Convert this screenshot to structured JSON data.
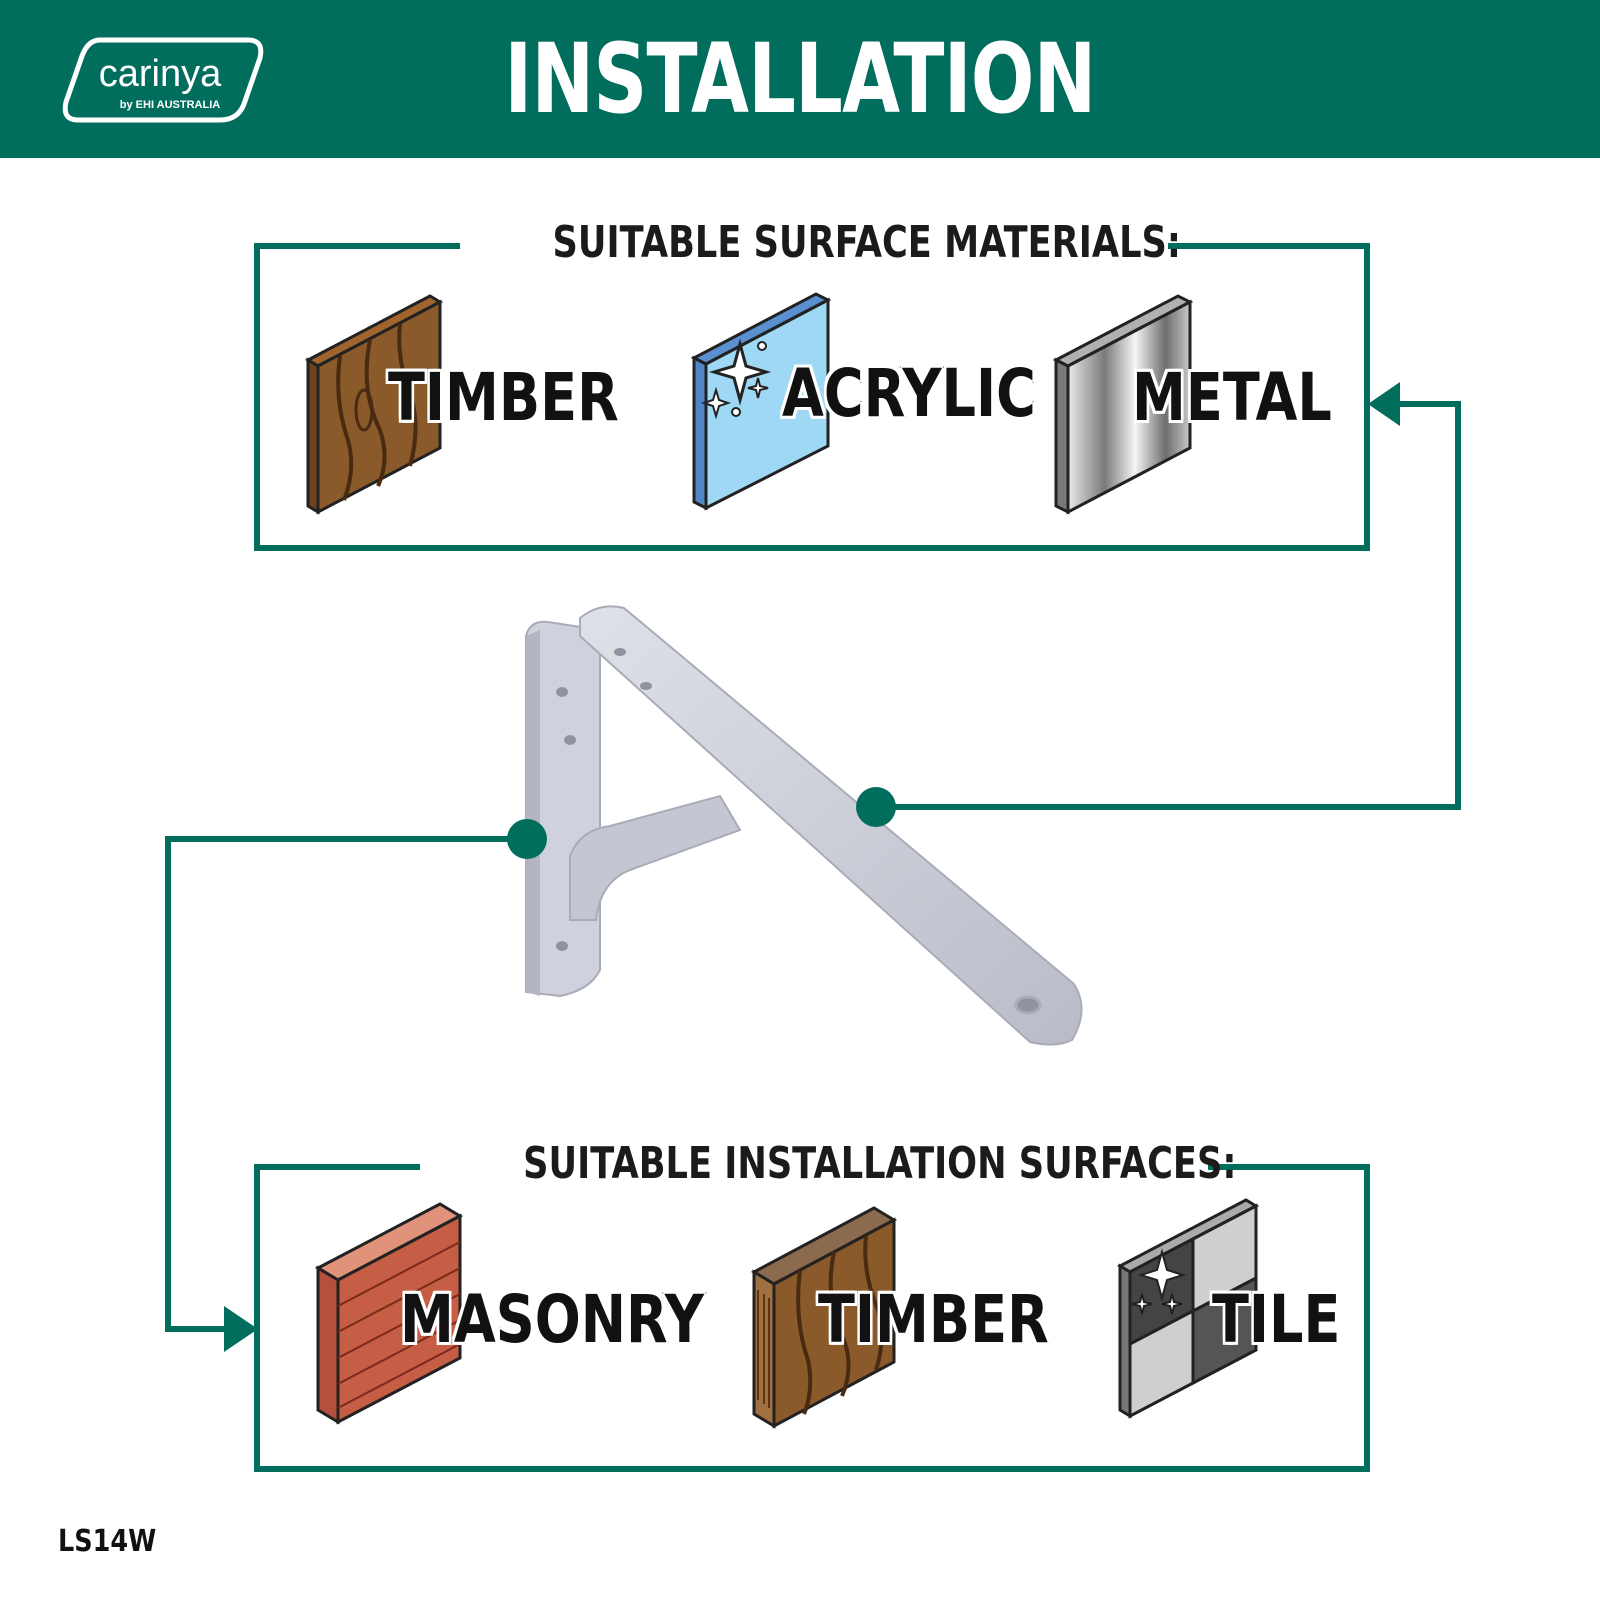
{
  "header": {
    "brand": "carinya",
    "brand_sub": "by EHI AUSTRALIA",
    "title": "INSTALLATION",
    "background_color": "#016d5d"
  },
  "materials_section": {
    "title": "SUITABLE SURFACE MATERIALS:",
    "items": [
      {
        "label": "TIMBER",
        "icon": "timber-panel-icon"
      },
      {
        "label": "ACRYLIC",
        "icon": "acrylic-panel-icon"
      },
      {
        "label": "METAL",
        "icon": "metal-panel-icon"
      }
    ]
  },
  "surfaces_section": {
    "title": "SUITABLE INSTALLATION SURFACES:",
    "items": [
      {
        "label": "MASONRY",
        "icon": "brick-wall-icon"
      },
      {
        "label": "TIMBER",
        "icon": "timber-block-icon"
      },
      {
        "label": "TILE",
        "icon": "tile-panel-icon"
      }
    ]
  },
  "product": {
    "image": "shelf-bracket-image",
    "color": "#c9ccd6"
  },
  "sku": "LS14W",
  "accent_color": "#016d5d"
}
